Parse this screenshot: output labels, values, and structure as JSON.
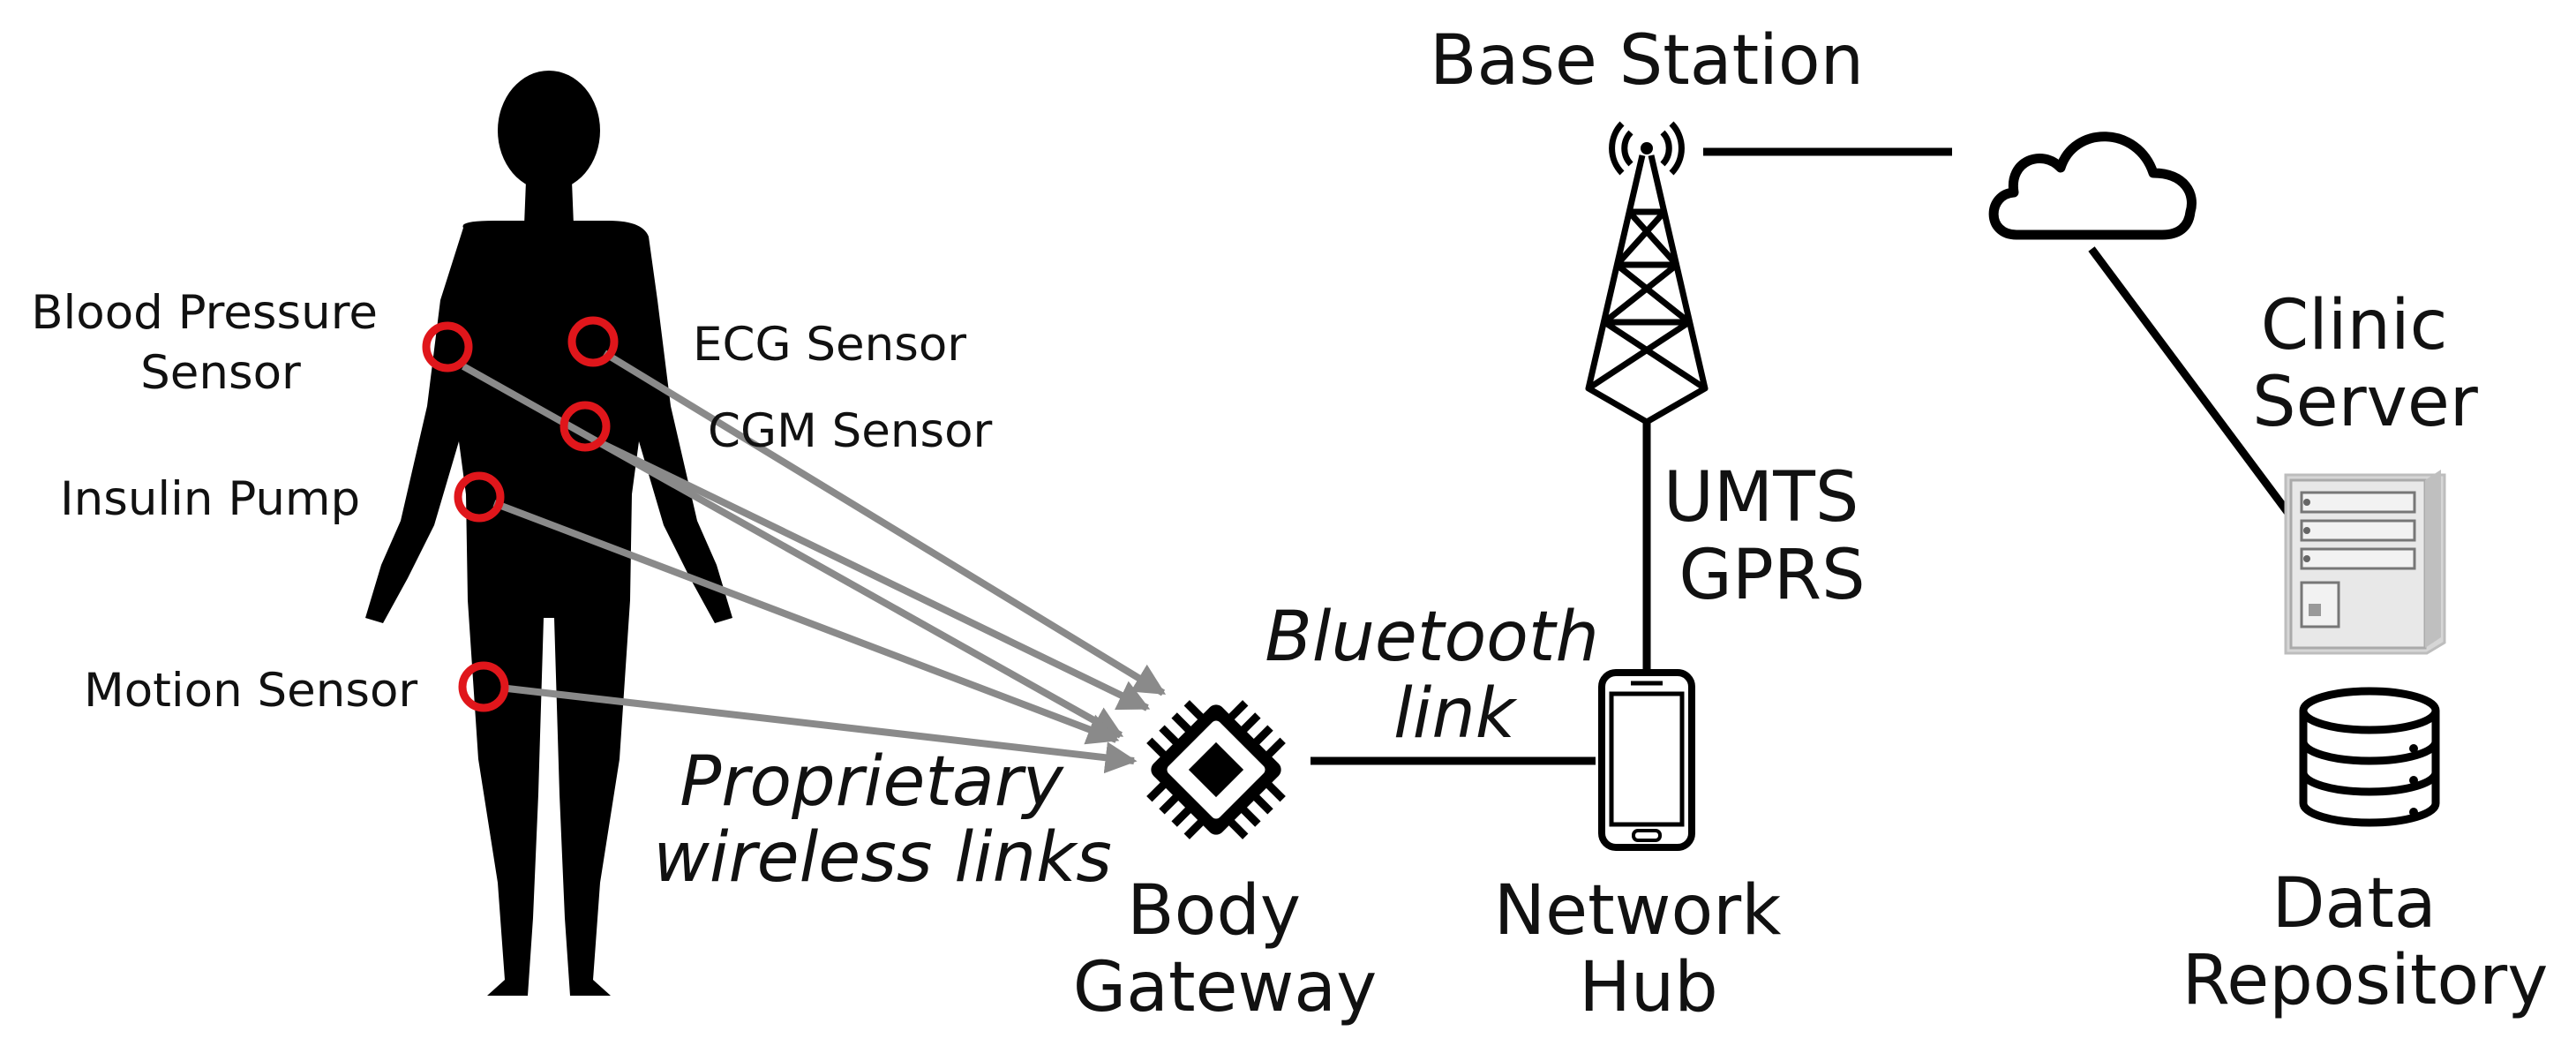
{
  "sensors": {
    "blood_pressure": [
      "Blood Pressure",
      "Sensor"
    ],
    "ecg": "ECG Sensor",
    "cgm": "CGM Sensor",
    "insulin": "Insulin Pump",
    "motion": "Motion Sensor"
  },
  "links": {
    "proprietary": [
      "Proprietary",
      "wireless links"
    ],
    "bluetooth": [
      "Bluetooth",
      "link"
    ],
    "cellular": [
      "UMTS",
      "GPRS"
    ]
  },
  "nodes": {
    "body_gateway": [
      "Body",
      "Gateway"
    ],
    "network_hub": [
      "Network",
      "Hub"
    ],
    "base_station": "Base Station",
    "clinic_server": [
      "Clinic",
      "Server"
    ],
    "data_repository": [
      "Data",
      "Repository"
    ]
  },
  "colors": {
    "sensor_marker": "#e0161b",
    "wireless_arrow": "#8a8a8a",
    "wired_link": "#000000",
    "silhouette": "#000000"
  },
  "icons": {
    "body": "human-silhouette-icon",
    "gateway": "microchip-icon",
    "hub": "smartphone-icon",
    "tower": "antenna-tower-icon",
    "cloud": "cloud-icon",
    "server": "server-icon",
    "database": "database-icon"
  }
}
